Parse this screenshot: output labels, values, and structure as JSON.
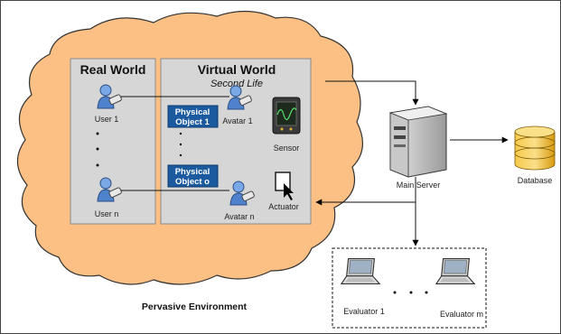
{
  "real_world": {
    "title": "Real World",
    "users": [
      "User 1",
      "User n"
    ]
  },
  "virtual_world": {
    "title": "Virtual World",
    "subtitle": "Second Life",
    "physical_objects": [
      {
        "line1": "Physical",
        "line2": "Object 1"
      },
      {
        "line1": "Physical",
        "line2": "Object o"
      }
    ],
    "avatars": [
      "Avatar 1",
      "Avatar n"
    ],
    "sensor": "Sensor",
    "actuator": "Actuator"
  },
  "main_server": "Main Server",
  "database": "Database",
  "evaluators": [
    "Evaluator 1",
    "Evaluator m"
  ],
  "environment": "Pervasive Environment",
  "colors": {
    "cloud": "#fcc084",
    "panel": "#d6d6d6",
    "object_box": "#1c5a9f",
    "avatar": "#5b8fd6"
  }
}
